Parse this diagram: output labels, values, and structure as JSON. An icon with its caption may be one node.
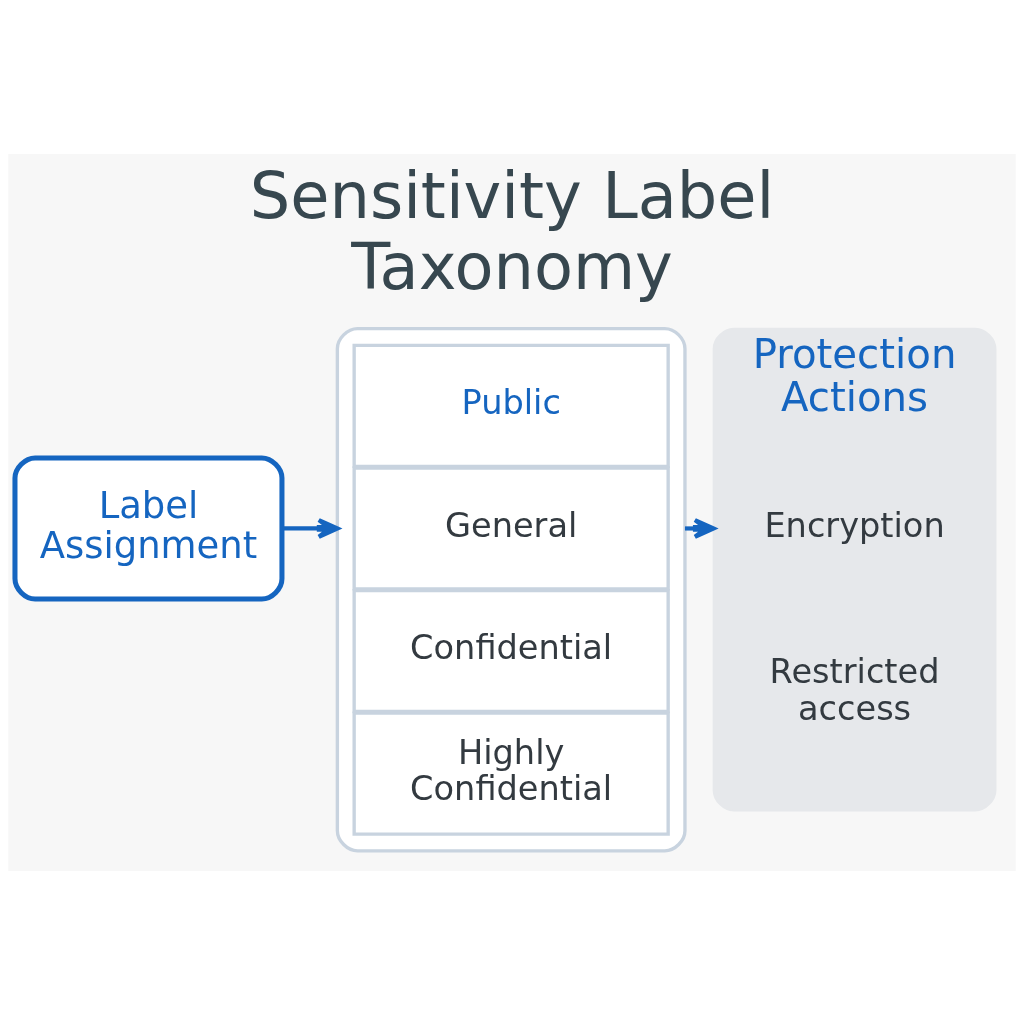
{
  "diagram": {
    "title": "Sensitivity Label Taxonomy",
    "nodes": [
      {
        "text": [
          "Label Assignment"
        ]
      },
      {
        "text": [],
        "shape": "box"
      },
      {
        "text": [
          "Public"
        ],
        "in": 1
      },
      {
        "text": [
          "General"
        ],
        "in": 1
      },
      {
        "text": [
          "Confidential"
        ],
        "in": 1
      },
      {
        "text": [
          "Highly Confidential"
        ],
        "in": 1
      },
      {
        "text": [
          "Protection Actions"
        ]
      },
      {
        "text": [
          "Encryption"
        ],
        "in": 6
      },
      {
        "text": [
          "Restricted access"
        ],
        "in": 6
      }
    ],
    "edges": [
      {
        "from": 0,
        "to": 1,
        "arrow": "to"
      },
      {
        "from": 1,
        "to": 6,
        "arrow": "to"
      }
    ]
  }
}
